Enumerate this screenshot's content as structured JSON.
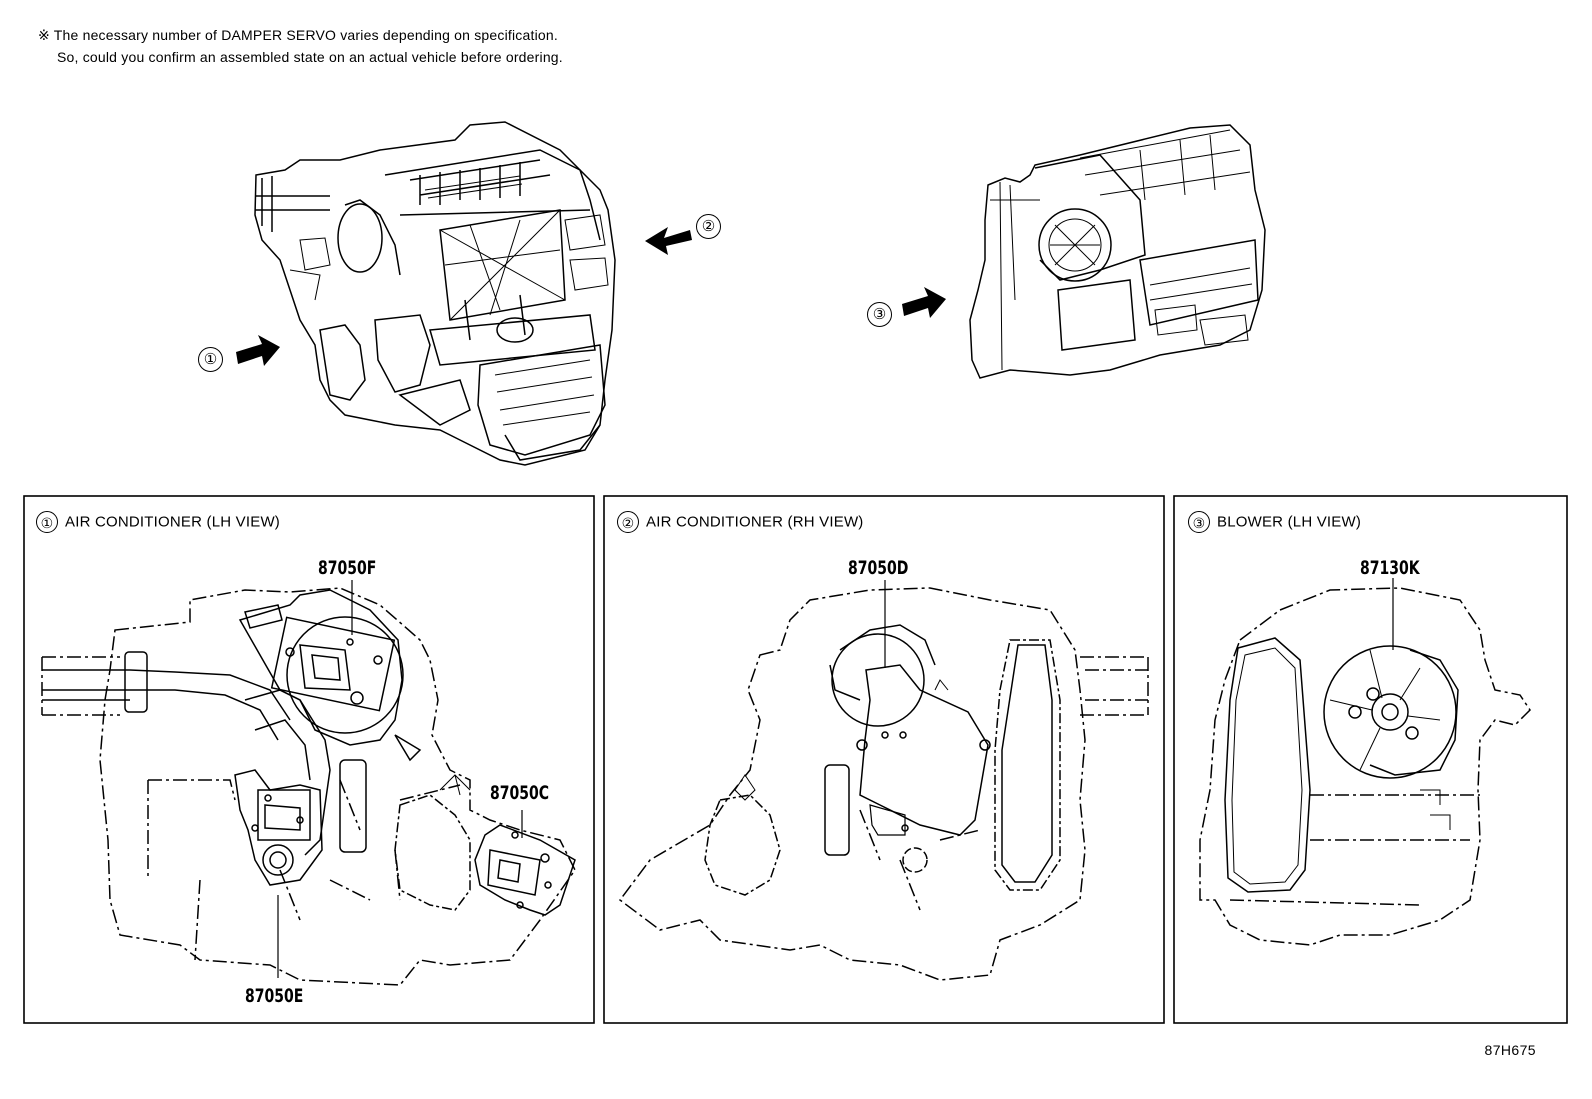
{
  "note": {
    "line1": "※ The necessary number of DAMPER SERVO varies depending on specification.",
    "line2": "So, could you confirm an assembled state on an actual vehicle before ordering."
  },
  "overview": {
    "callouts": [
      "①",
      "②",
      "③"
    ]
  },
  "panels": [
    {
      "num": "①",
      "title": "AIR CONDITIONER (LH VIEW)",
      "parts": [
        "87050F",
        "87050C",
        "87050E"
      ]
    },
    {
      "num": "②",
      "title": "AIR CONDITIONER (RH VIEW)",
      "parts": [
        "87050D"
      ]
    },
    {
      "num": "③",
      "title": "BLOWER (LH VIEW)",
      "parts": [
        "87130K"
      ]
    }
  ],
  "figure_id": "87H675"
}
